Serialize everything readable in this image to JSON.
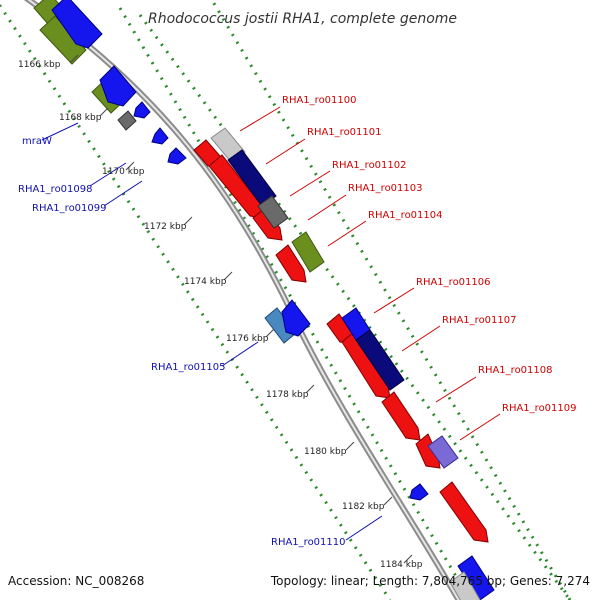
{
  "title": "Rhodococcus jostii RHA1, complete genome",
  "footer": {
    "accession": "Accession: NC_008268",
    "summary": "Topology: linear; Length: 7,804,765 bp; Genes: 7,274"
  },
  "colors": {
    "backbone": "#9a9a9a",
    "forward_track_guide": "#2a8a2a",
    "label_forward": "#d00000",
    "label_reverse": "#1010b0",
    "gene_red": "#ee1111",
    "gene_blue": "#1515ee",
    "gene_navy": "#0a0a7a",
    "gene_olive": "#6b8f1f",
    "gene_gray": "#6a6a6a",
    "gene_lightgray": "#c9c9c9",
    "gene_steelblue": "#4a88c0",
    "gene_violet": "#7a6ad6"
  },
  "scale_ticks": [
    "1166 kbp",
    "1168 kbp",
    "1170 kbp",
    "1172 kbp",
    "1174 kbp",
    "1176 kbp",
    "1178 kbp",
    "1180 kbp",
    "1182 kbp",
    "1184 kbp"
  ],
  "labels_forward": [
    "RHA1_ro01100",
    "RHA1_ro01101",
    "RHA1_ro01102",
    "RHA1_ro01103",
    "RHA1_ro01104",
    "RHA1_ro01106",
    "RHA1_ro01107",
    "RHA1_ro01108",
    "RHA1_ro01109"
  ],
  "labels_reverse": [
    "mraW",
    "RHA1_ro01098",
    "RHA1_ro01099",
    "RHA1_ro01105",
    "RHA1_ro01110"
  ]
}
